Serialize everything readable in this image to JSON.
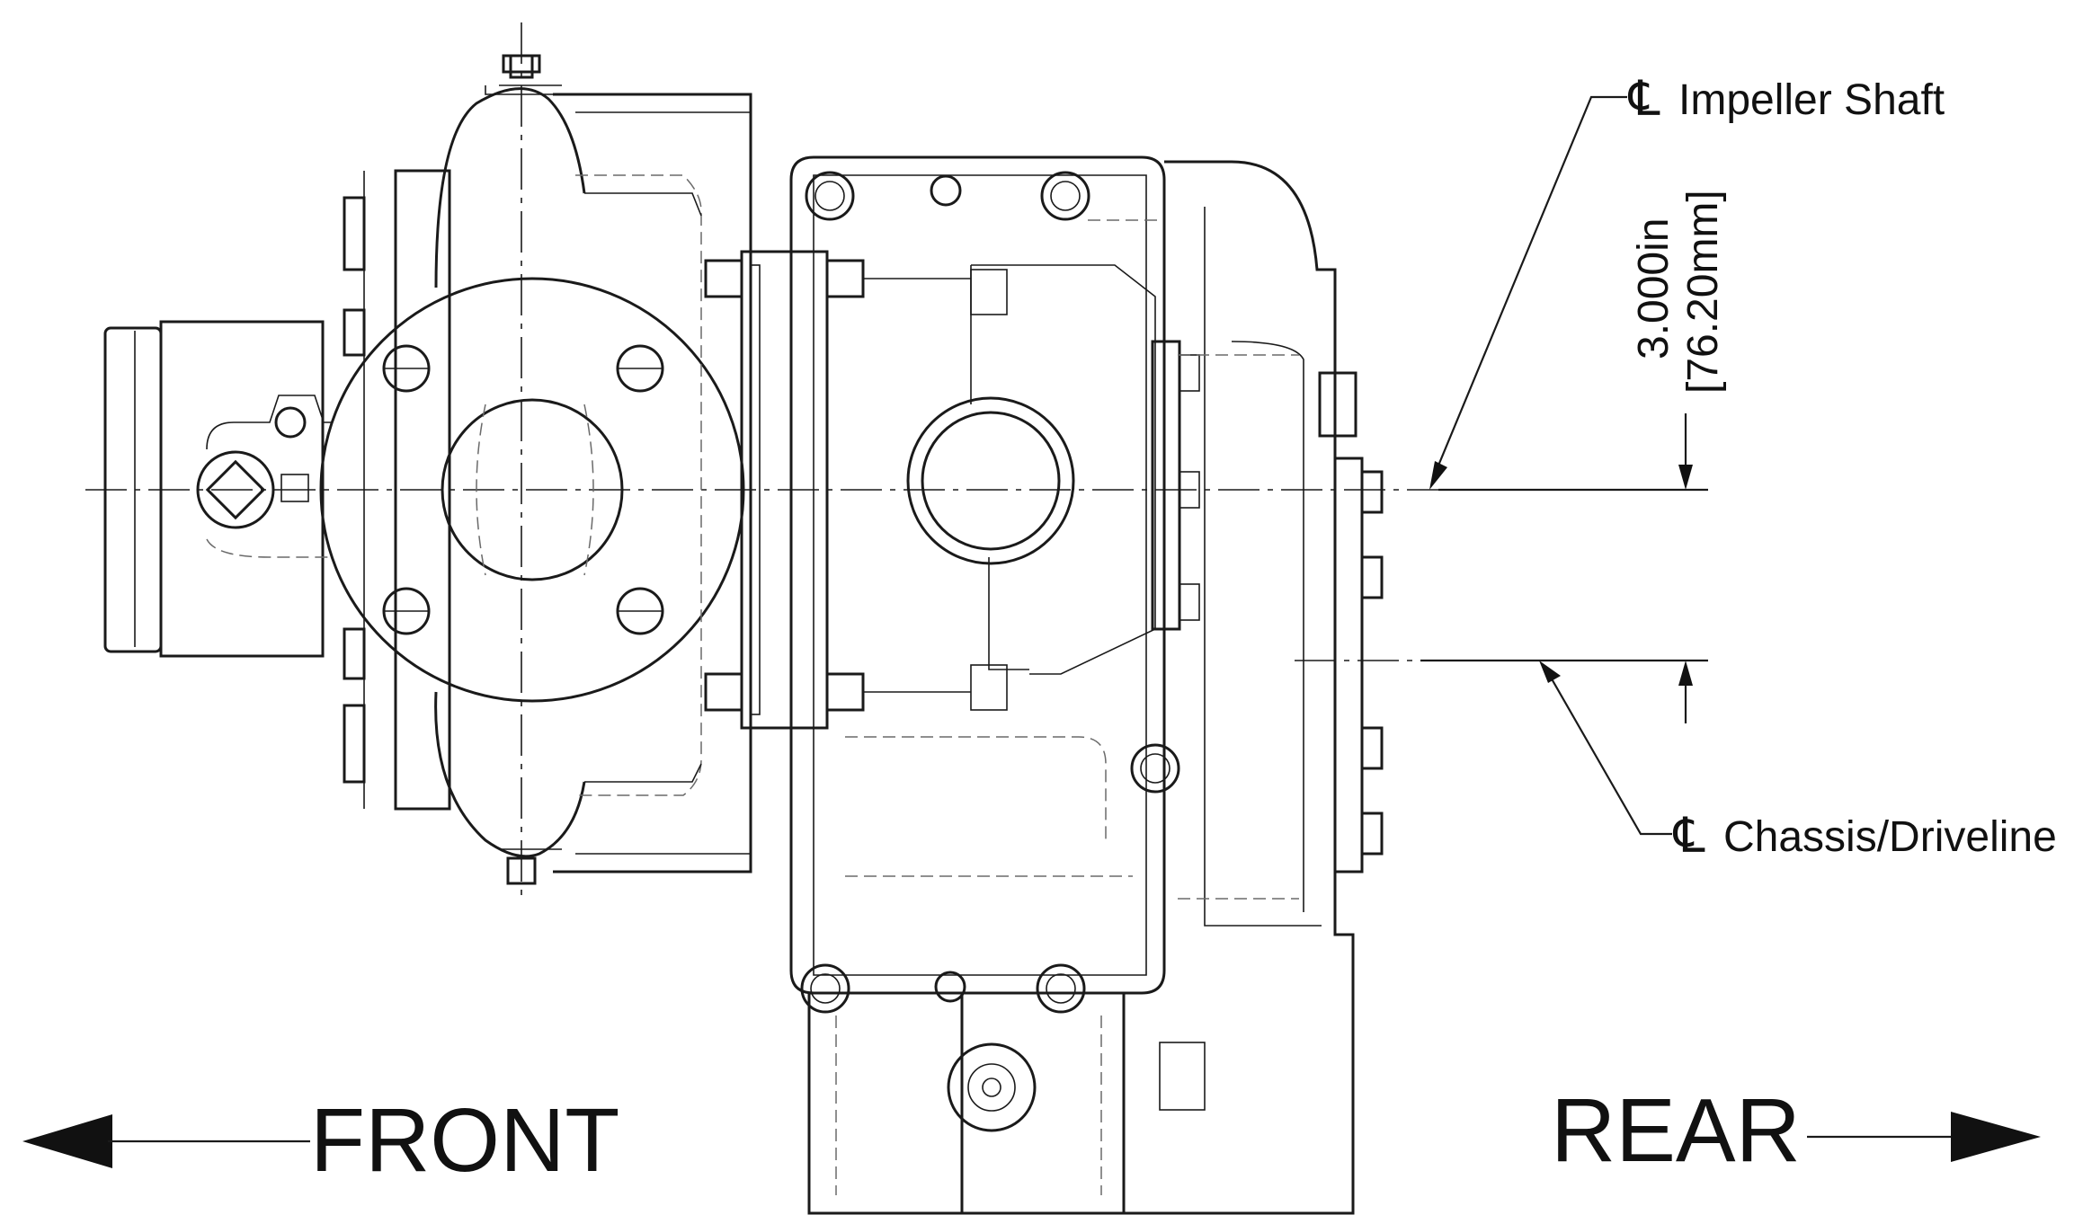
{
  "annotations": {
    "impeller_shaft_label": "Impeller Shaft",
    "chassis_label": "Chassis/Driveline",
    "centerline_symbol": "℄",
    "dimension_in": "3.000in",
    "dimension_mm": "[76.20mm]"
  },
  "direction": {
    "front": "FRONT",
    "rear": "REAR"
  },
  "colors": {
    "line": "#1a1a1a",
    "hidden_line": "#6a6a6a",
    "background": "#ffffff"
  }
}
